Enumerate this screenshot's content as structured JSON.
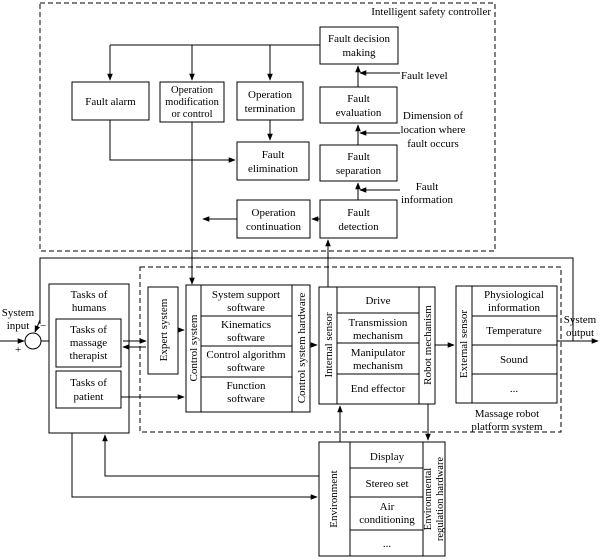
{
  "controller": {
    "title": "Intelligent safety controller",
    "fault_decision": [
      "Fault decision",
      "making"
    ],
    "fault_level": "Fault level",
    "fault_alarm": "Fault alarm",
    "operation_modification": [
      "Operation",
      "modification",
      "or control"
    ],
    "operation_termination": [
      "Operation",
      "termination"
    ],
    "fault_evaluation": [
      "Fault",
      "evaluation"
    ],
    "dimension_label": [
      "Dimension of",
      "location where",
      "fault occurs"
    ],
    "fault_elimination": [
      "Fault",
      "elimination"
    ],
    "fault_separation": [
      "Fault",
      "separation"
    ],
    "fault_information": [
      "Fault",
      "information"
    ],
    "operation_continuation": [
      "Operation",
      "continuation"
    ],
    "fault_detection": [
      "Fault",
      "detection"
    ]
  },
  "humans": {
    "system_input": [
      "System",
      "input"
    ],
    "minus": "−",
    "plus": "+",
    "tasks_of_humans": [
      "Tasks of",
      "humans"
    ],
    "tasks_of_therapist": [
      "Tasks of",
      "massage",
      "therapist"
    ],
    "tasks_of_patient": [
      "Tasks of",
      "patient"
    ]
  },
  "platform": {
    "expert_system": "Expert system",
    "control_system": "Control system",
    "software": [
      [
        "System support",
        "software"
      ],
      [
        "Kinematics",
        "software"
      ],
      [
        "Control algorithm",
        "software"
      ],
      [
        "Function",
        "software"
      ]
    ],
    "control_hardware": "Control system hardware",
    "internal_sensor": "Internal sensor",
    "mechanism_items": [
      [
        "Drive"
      ],
      [
        "Transmission",
        "mechanism"
      ],
      [
        "Manipulator",
        "mechanism"
      ],
      [
        "End effector"
      ]
    ],
    "robot_mechanism": "Robot mechanism",
    "external_sensor": "External sensor",
    "sensor_items": [
      [
        "Physiological",
        "information"
      ],
      [
        "Temperature"
      ],
      [
        "Sound"
      ],
      [
        "..."
      ]
    ],
    "system_output": [
      "System",
      "output"
    ],
    "platform_label": [
      "Massage robot",
      "platform system"
    ]
  },
  "environment": {
    "label": "Environment",
    "items": [
      [
        "Display"
      ],
      [
        "Stereo set"
      ],
      [
        "Air",
        "conditioning"
      ],
      [
        "..."
      ]
    ],
    "hardware": [
      "Environmental",
      "regulation hardware"
    ]
  }
}
